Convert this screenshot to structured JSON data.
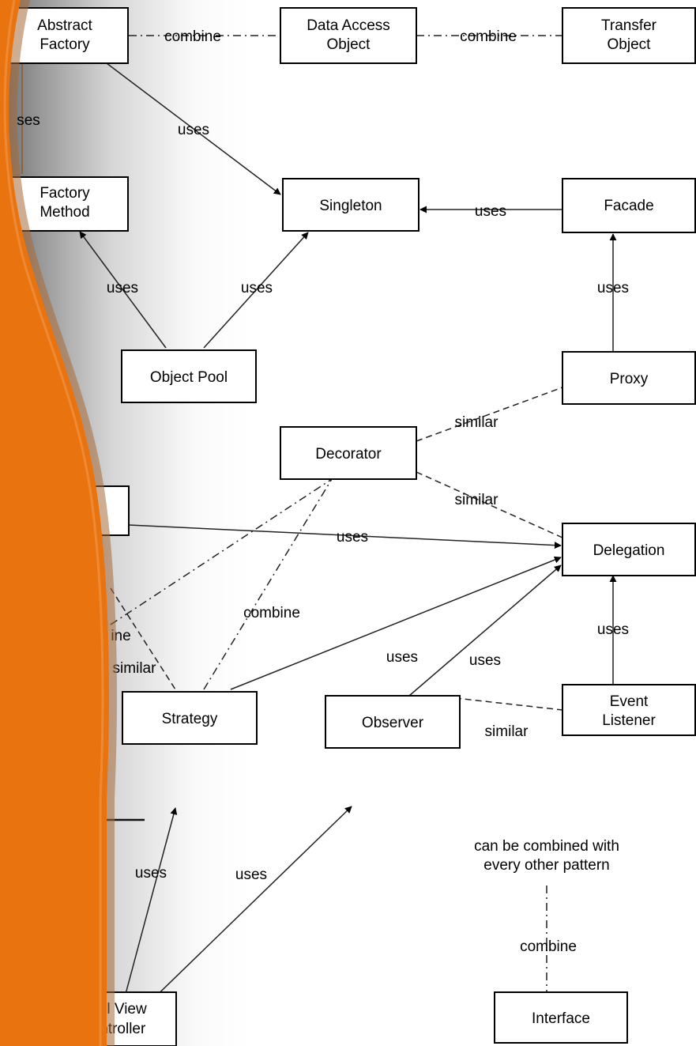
{
  "nodes": {
    "abstract_factory": [
      "Abstract",
      "Factory"
    ],
    "data_access_object": [
      "Data Access",
      "Object"
    ],
    "transfer_object": [
      "Transfer",
      "Object"
    ],
    "factory_method": [
      "Factory",
      "Method"
    ],
    "singleton": [
      "Singleton"
    ],
    "facade": [
      "Facade"
    ],
    "object_pool": [
      "Object Pool"
    ],
    "proxy": [
      "Proxy"
    ],
    "decorator": [
      "Decorator"
    ],
    "delegation": [
      "Delegation"
    ],
    "event_listener": [
      "Event",
      "Listener"
    ],
    "strategy": [
      "Strategy"
    ],
    "observer": [
      "Observer"
    ],
    "model_view_controller": [
      "del View",
      "ontroller"
    ],
    "interface": [
      "Interface"
    ]
  },
  "edge_labels": {
    "af_dao": "combine",
    "dao_to": "combine",
    "af_fm": "ses",
    "af_singleton": "uses",
    "facade_singleton": "uses",
    "op_fm": "uses",
    "op_singleton": "uses",
    "proxy_facade": "uses",
    "decorator_proxy": "similar",
    "decorator_delegation": "similar",
    "left_delegation": "uses",
    "strategy_decorator": "combine",
    "left_combine_partial": "ine",
    "left_similar_partial": "similar",
    "strategy_delegation": "uses",
    "observer_delegation": "uses",
    "el_delegation": "uses",
    "observer_el": "similar",
    "mvc_strategy": "uses",
    "mvc_observer": "uses",
    "interface_combine": "combine"
  },
  "note": [
    "can be combined with",
    "every other pattern"
  ],
  "colors": {
    "accent": "#e8730f",
    "box_border": "#000000",
    "line": "#222222"
  }
}
